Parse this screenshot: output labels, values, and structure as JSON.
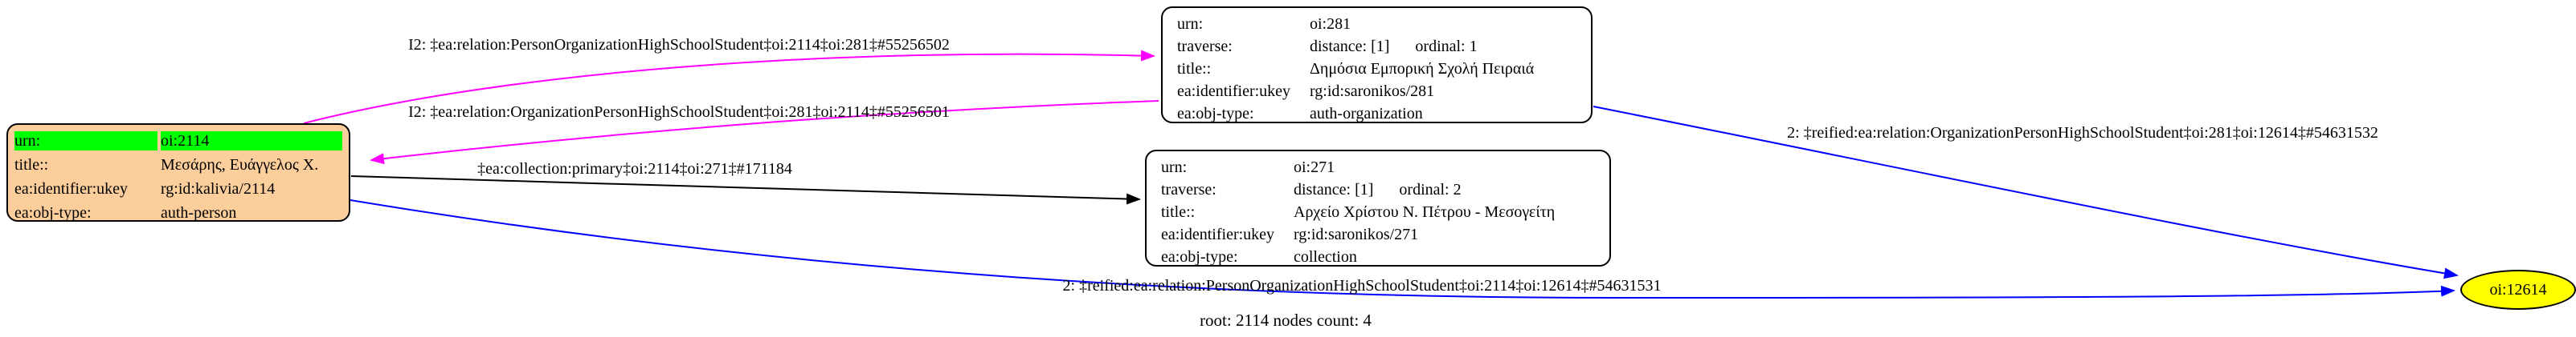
{
  "colors": {
    "person-fill": "#fbce9b",
    "record-fill": "#ffffff",
    "highlight": "#00ff00",
    "ellipse-fill": "#ffff00",
    "edge-magenta": "#ff00ff",
    "edge-blue": "#0000ff",
    "edge-black": "#000000",
    "border": "#000000"
  },
  "caption": "root: 2114 nodes count: 4",
  "nodes": {
    "person": {
      "rows": [
        {
          "key": "urn:",
          "value": "oi:2114"
        },
        {
          "key": "title::",
          "value": "Μεσάρης, Ευάγγελος Χ."
        },
        {
          "key": "ea:identifier:ukey",
          "value": "rg:id:kalivia/2114"
        },
        {
          "key": "ea:obj-type:",
          "value": "auth-person"
        }
      ]
    },
    "organization": {
      "rows": [
        {
          "key": "urn:",
          "value": "oi:281"
        },
        {
          "key": "traverse:",
          "value": "distance: [1]",
          "value2": "ordinal: 1"
        },
        {
          "key": "title::",
          "value": "Δημόσια Εμπορική Σχολή Πειραιά"
        },
        {
          "key": "ea:identifier:ukey",
          "value": "rg:id:saronikos/281"
        },
        {
          "key": "ea:obj-type:",
          "value": "auth-organization"
        }
      ]
    },
    "collection": {
      "rows": [
        {
          "key": "urn:",
          "value": "oi:271"
        },
        {
          "key": "traverse:",
          "value": "distance: [1]",
          "value2": "ordinal: 2"
        },
        {
          "key": "title::",
          "value": "Αρχείο Χρίστου Ν. Πέτρου - Μεσογείτη"
        },
        {
          "key": "ea:identifier:ukey",
          "value": "rg:id:saronikos/271"
        },
        {
          "key": "ea:obj-type:",
          "value": "collection"
        }
      ]
    },
    "target": {
      "label": "oi:12614"
    }
  },
  "edges": [
    {
      "label": "I2: ‡ea:relation:PersonOrganizationHighSchoolStudent‡oi:2114‡oi:281‡#55256502",
      "color": "magenta"
    },
    {
      "label": "I2: ‡ea:relation:OrganizationPersonHighSchoolStudent‡oi:281‡oi:2114‡#55256501",
      "color": "magenta"
    },
    {
      "label": "‡ea:collection:primary‡oi:2114‡oi:271‡#171184",
      "color": "black"
    },
    {
      "label": "2: ‡reified:ea:relation:OrganizationPersonHighSchoolStudent‡oi:281‡oi:12614‡#54631532",
      "color": "blue"
    },
    {
      "label": "2: ‡reified:ea:relation:PersonOrganizationHighSchoolStudent‡oi:2114‡oi:12614‡#54631531",
      "color": "blue"
    }
  ]
}
